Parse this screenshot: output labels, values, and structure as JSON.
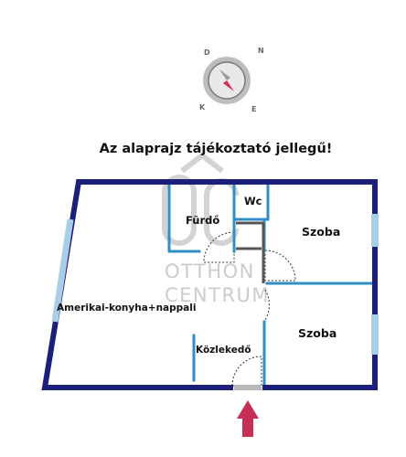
{
  "disclaimer": "Az alaprajz tájékoztató jellegű!",
  "rooms": {
    "furdo": "Fürdő",
    "wc": "Wc",
    "szoba1": "Szoba",
    "szoba2": "Szoba",
    "nappali": "Amerikai-konyha+nappali",
    "kozlekedo": "Közlekedő"
  },
  "compass": {
    "north": "N",
    "east": "E",
    "south": "K",
    "west": "D"
  },
  "watermark": {
    "mark": "OC",
    "line1": "OTTHON",
    "line2": "CENTRUM"
  },
  "colors": {
    "outer_wall": "#1c1f7a",
    "inner_wall": "#2f8fc4",
    "window": "#a9cfe6",
    "door_swing": "#333333",
    "entrance_arrow": "#c62e56",
    "compass_needle": "#d62b56",
    "watermark": "#c9c9c9"
  },
  "icons": {
    "compass": "compass-icon",
    "entrance": "entrance-arrow-icon"
  }
}
